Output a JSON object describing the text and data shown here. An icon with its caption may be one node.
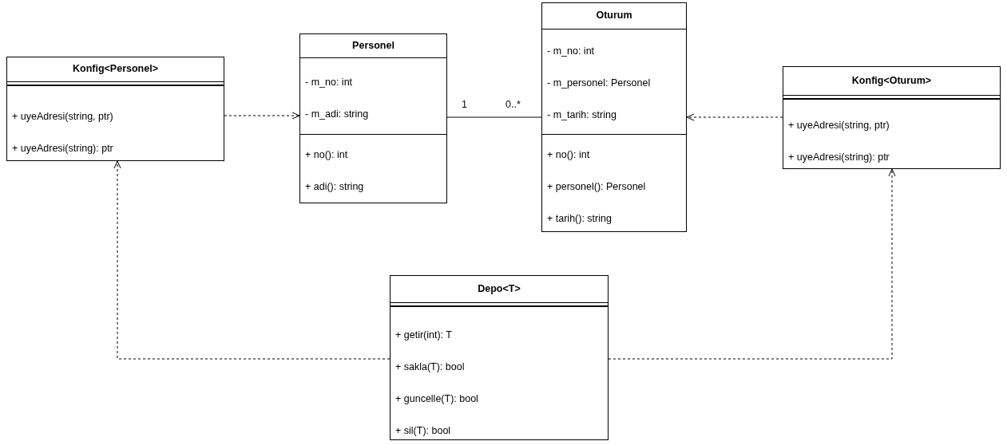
{
  "diagram": {
    "nodes": [
      {
        "text": [
          "Konfig<Personel>"
        ]
      },
      {
        "text": [],
        "shape": "box",
        "in": 0
      },
      {
        "text": [
          "+ uyeAdresi(string, ptr)",
          "+ uyeAdresi(string): ptr"
        ],
        "in": 0
      },
      {
        "text": [
          "Personel"
        ]
      },
      {
        "text": [
          "- m_no: int",
          "- m_adi: string"
        ],
        "in": 3
      },
      {
        "text": [
          "+ no(): int",
          "+ adi(): string"
        ],
        "in": 3
      },
      {
        "text": [
          "Oturum"
        ]
      },
      {
        "text": [
          "- m_no: int",
          "- m_personel: Personel",
          "- m_tarih: string"
        ],
        "in": 6
      },
      {
        "text": [
          "+ no(): int",
          "+ personel(): Personel",
          "+ tarih(): string"
        ],
        "in": 6
      },
      {
        "text": [
          "Konfig<Oturum>"
        ]
      },
      {
        "text": [],
        "shape": "box",
        "in": 9
      },
      {
        "text": [
          "+ uyeAdresi(string, ptr)",
          "+ uyeAdresi(string): ptr"
        ],
        "in": 9
      },
      {
        "text": [
          "Depo<T>"
        ]
      },
      {
        "text": [],
        "shape": "box",
        "in": 12
      },
      {
        "text": [
          "+ getir(int): T",
          "+ sakla(T): bool",
          "+ guncelle(T): bool",
          "+ sil(T): bool"
        ],
        "in": 12
      }
    ],
    "edges": [
      {
        "from": 0,
        "to": 3,
        "arrow": "to",
        "style": "dashed"
      },
      {
        "from": 3,
        "to": 6,
        "arrow": "none"
      },
      {
        "from": 9,
        "to": 6,
        "arrow": "to",
        "style": "dashed"
      },
      {
        "from": 12,
        "to": 0,
        "arrow": "to",
        "style": "dashed"
      },
      {
        "from": 12,
        "to": 9,
        "arrow": "to",
        "style": "dashed"
      }
    ],
    "labels": [
      "1",
      "0..*"
    ]
  }
}
